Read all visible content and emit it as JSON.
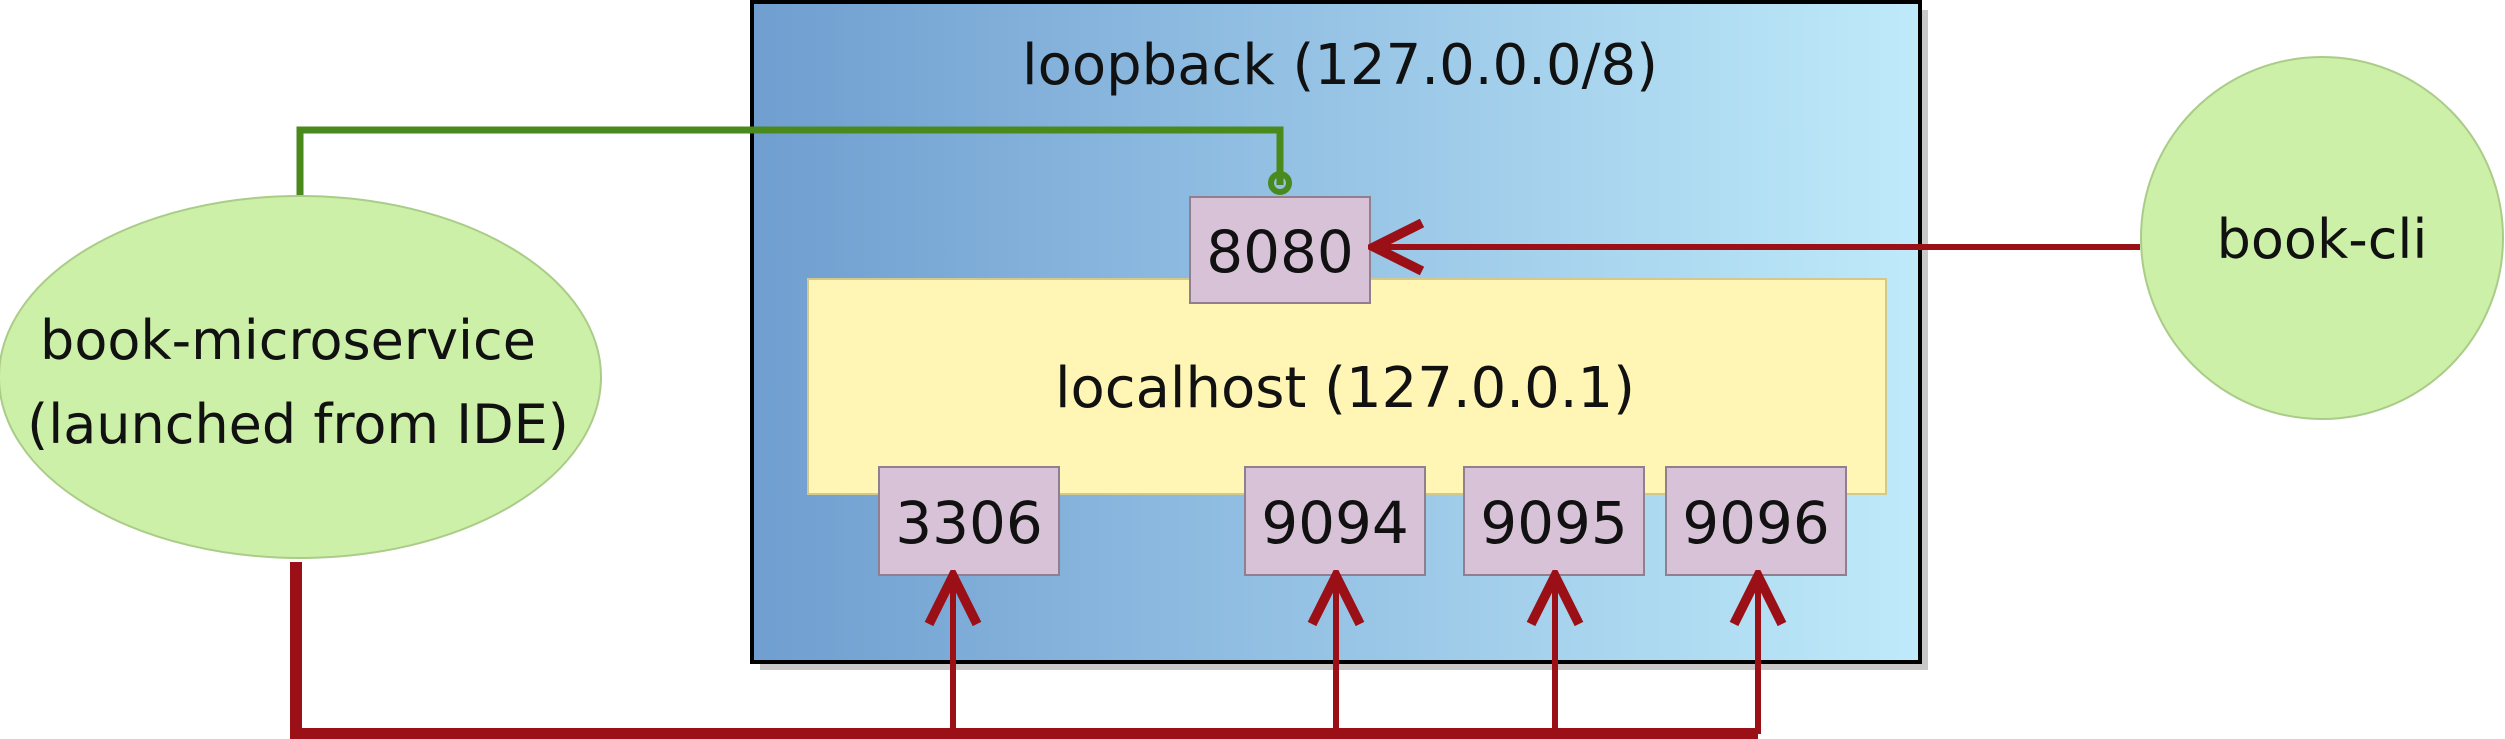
{
  "loopback": {
    "label": "loopback (127.0.0.0/8)"
  },
  "localhost": {
    "label": "localhost (127.0.0.1)"
  },
  "ports": {
    "p8080": "8080",
    "p3306": "3306",
    "p9094": "9094",
    "p9095": "9095",
    "p9096": "9096"
  },
  "nodes": {
    "microservice": {
      "line1": "book-microservice",
      "line2": "(launched from IDE)"
    },
    "cli": {
      "label": "book-cli"
    }
  },
  "colors": {
    "gradient_start": "#6f9ed0",
    "gradient_end": "#bfeafa",
    "localhost_fill": "#fff5b5",
    "port_fill": "#d8c2d8",
    "node_fill": "#ccf0a8",
    "green_line": "#4a8a1c",
    "red_line": "#9b1016"
  }
}
